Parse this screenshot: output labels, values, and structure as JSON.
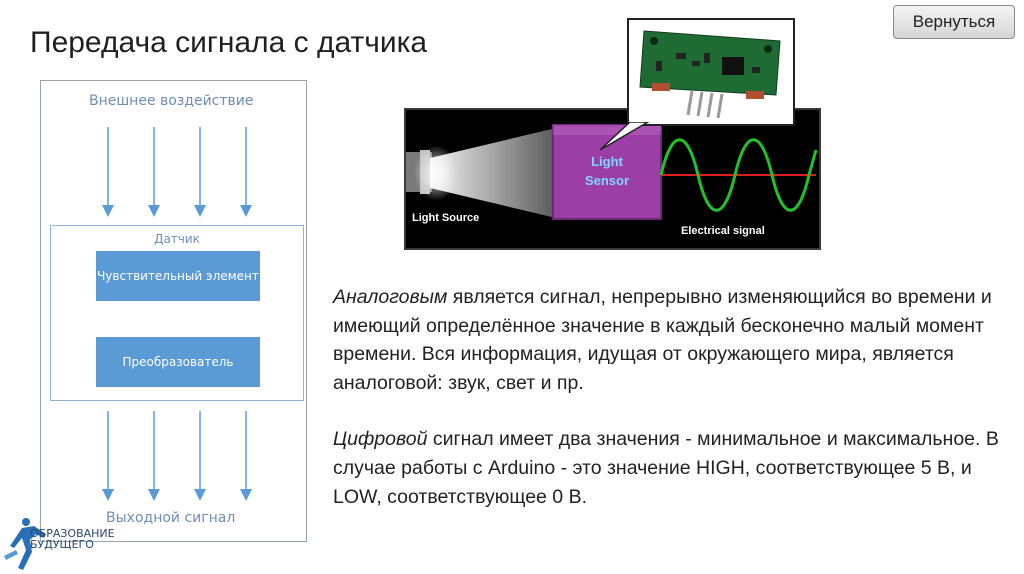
{
  "header": {
    "title": "Передача сигнала с датчика",
    "back_button": "Вернуться"
  },
  "diagram": {
    "top_label": "Внешнее воздействие",
    "sensor_label": "Датчик",
    "block1": "Чувствительный элемент",
    "block2": "Преобразователь",
    "bottom_label": "Выходной сигнал",
    "colors": {
      "arrow": "#5b9bd5",
      "block": "#5b9bd5",
      "label": "#6f8fb0"
    }
  },
  "illustration": {
    "source_label": "Light Source",
    "sensor_line1": "Light",
    "sensor_line2": "Sensor",
    "signal_label": "Electrical signal",
    "colors": {
      "wave": "#22c02a",
      "midline": "#e02020",
      "sensor": "#9b3fa6",
      "board": "#1e6b34"
    }
  },
  "text": {
    "p1_em": "Аналоговым",
    "p1_rest": " является сигнал, непрерывно изменяющийся во времени и имеющий определённое значение в каждый бесконечно малый момент времени. Вся информация, идущая от окружающего мира, является аналоговой: звук, свет и пр.",
    "p2_em": "Цифровой",
    "p2_rest": " сигнал имеет два значения - минимальное и максимальное. В случае работы с Arduino - это значение HIGH, соответствующее 5 В, и LOW, соответствующее 0 В."
  },
  "logo": {
    "line1": "ОБРАЗОВАНИЕ",
    "line2": "БУДУЩЕГО",
    "icon": "running-figure-icon"
  }
}
